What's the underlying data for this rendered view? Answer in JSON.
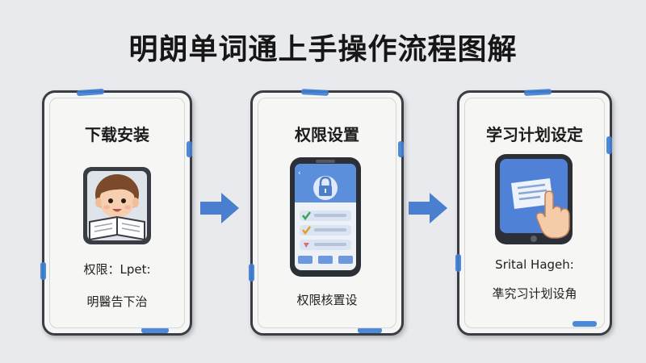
{
  "title": "明朗单词通上手操作流程图解",
  "steps": [
    {
      "heading": "下载安装",
      "line1": "权限：Lpet:",
      "line2": "明醫告下治"
    },
    {
      "heading": "权限设置",
      "line1": "权限核置设"
    },
    {
      "heading": "学习计划设定",
      "line1": "Srital Hageh:",
      "line2": "凖究习计划设角"
    }
  ],
  "colors": {
    "accent": "#4a7fd0",
    "phone_frame": "#2d2f36",
    "card_border": "#3b3d44",
    "background": "#e9eaed"
  },
  "icons": [
    "child-reading-book-icon",
    "lock-icon",
    "checklist-icon",
    "tapping-hand-icon",
    "arrow-right-icon"
  ]
}
